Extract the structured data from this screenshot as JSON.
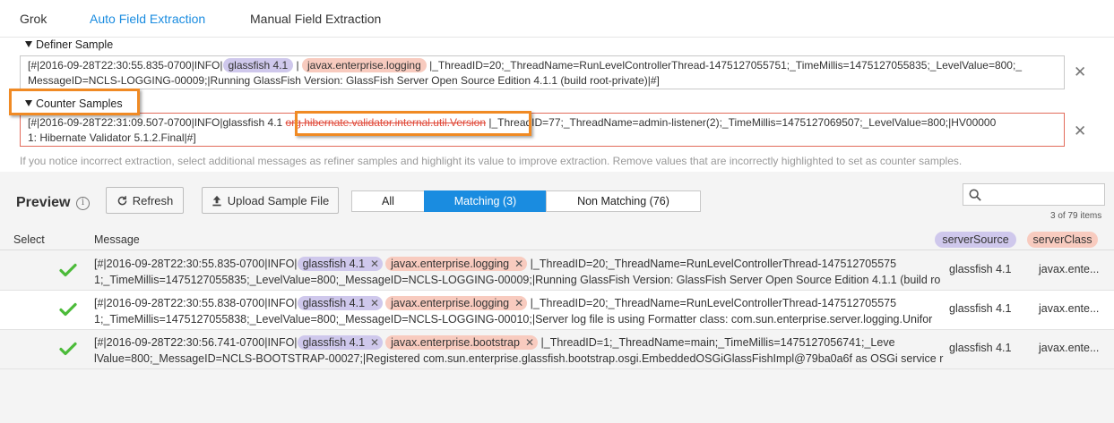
{
  "tabs": [
    "Grok",
    "Auto Field Extraction",
    "Manual Field Extraction"
  ],
  "definer": {
    "label": "Definer Sample",
    "line1_pre": "[#|2016-09-28T22:30:55.835-0700|INFO|",
    "pill1": "glassfish 4.1",
    "sep": " | ",
    "pill2": "javax.enterprise.logging",
    "line1_post": " |_ThreadID=20;_ThreadName=RunLevelControllerThread-1475127055751;_TimeMillis=1475127055835;_LevelValue=800;_",
    "line2": "MessageID=NCLS-LOGGING-00009;|Running GlassFish Version: GlassFish Server Open Source Edition 4.1.1 (build root-private)|#]"
  },
  "counter": {
    "label": "Counter Samples",
    "line1_pre": "[#|2016-09-28T22:31:09.507-0700|INFO|glassfish 4.1 ",
    "struck": "org.hibernate.validator.internal.util.Version",
    "line1_post": " |_ThreadID=77;_ThreadName=admin-listener(2);_TimeMillis=1475127069507;_LevelValue=800;|HV00000",
    "line2": "1: Hibernate Validator 5.1.2.Final|#]"
  },
  "close_glyph": "✕",
  "hint": "If you notice incorrect extraction, select additional messages as refiner samples and highlight its value to improve extraction. Remove values that are incorrectly highlighted to set as counter samples.",
  "preview": {
    "title": "Preview",
    "refresh": "Refresh",
    "upload": "Upload Sample File",
    "filters": [
      "All",
      "Matching (3)",
      "Non Matching (76)"
    ],
    "count": "3 of 79 items"
  },
  "table": {
    "headers": {
      "select": "Select",
      "message": "Message"
    },
    "field_columns": [
      "serverSource",
      "serverClass"
    ],
    "rows": [
      {
        "pre": "[#|2016-09-28T22:30:55.835-0700|INFO|",
        "tag1": "glassfish 4.1",
        "tag2": "javax.enterprise.logging",
        "post": " |_ThreadID=20;_ThreadName=RunLevelControllerThread-147512705575",
        "line2": "1;_TimeMillis=1475127055835;_LevelValue=800;_MessageID=NCLS-LOGGING-00009;|Running GlassFish Version: GlassFish Server Open Source Edition 4.1.1 (build ro",
        "serverSource": "glassfish 4.1",
        "serverClass": "javax.ente..."
      },
      {
        "pre": "[#|2016-09-28T22:30:55.838-0700|INFO|",
        "tag1": "glassfish 4.1",
        "tag2": "javax.enterprise.logging",
        "post": " |_ThreadID=20;_ThreadName=RunLevelControllerThread-147512705575",
        "line2": "1;_TimeMillis=1475127055838;_LevelValue=800;_MessageID=NCLS-LOGGING-00010;|Server log file is using Formatter class: com.sun.enterprise.server.logging.Unifor",
        "serverSource": "glassfish 4.1",
        "serverClass": "javax.ente..."
      },
      {
        "pre": "[#|2016-09-28T22:30:56.741-0700|INFO|",
        "tag1": "glassfish 4.1",
        "tag2": "javax.enterprise.bootstrap",
        "post": " |_ThreadID=1;_ThreadName=main;_TimeMillis=1475127056741;_Leve",
        "line2": "lValue=800;_MessageID=NCLS-BOOTSTRAP-00027;|Registered com.sun.enterprise.glassfish.bootstrap.osgi.EmbeddedOSGiGlassFishImpl@79ba0a6f as OSGi service r",
        "serverSource": "glassfish 4.1",
        "serverClass": "javax.ente..."
      }
    ]
  },
  "colors": {
    "accent": "#1a8ce0",
    "annotation": "#f08a24",
    "error": "#e04a3a",
    "pill_purple": "#cfc8ec",
    "pill_salmon": "#f8cbbf",
    "check": "#4cbb3a"
  }
}
